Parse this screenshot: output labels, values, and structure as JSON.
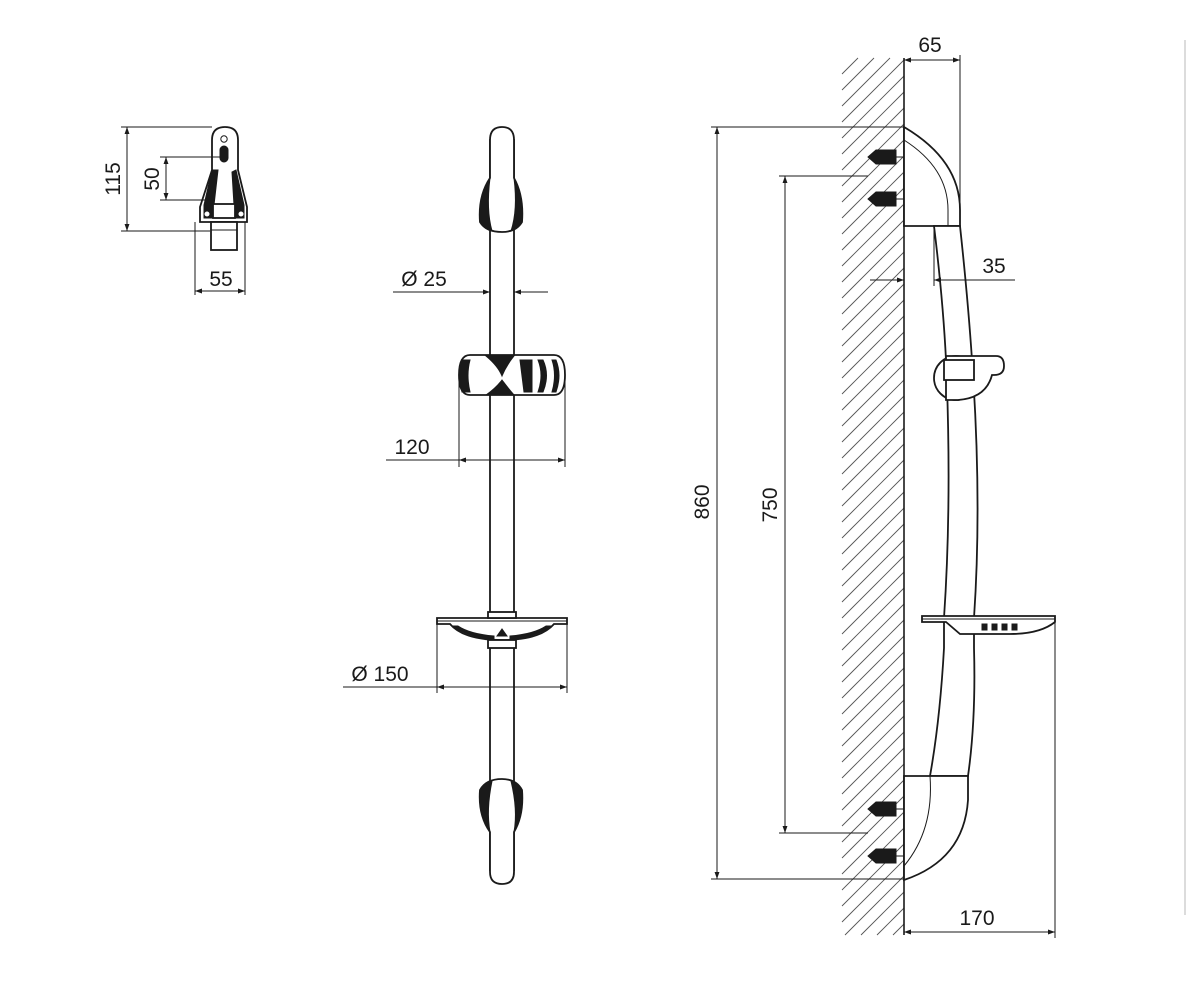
{
  "dimensions": {
    "holder_height": "115",
    "holder_hole_spacing": "50",
    "holder_width": "55",
    "rail_diameter": "Ø 25",
    "slider_width": "120",
    "dish_diameter": "Ø 150",
    "overall_height": "860",
    "mount_spacing": "750",
    "wall_bracket_depth": "65",
    "rail_offset": "35",
    "dish_projection": "170"
  },
  "colors": {
    "line": "#1a1a1a",
    "hatch": "#555555",
    "background": "#ffffff"
  }
}
